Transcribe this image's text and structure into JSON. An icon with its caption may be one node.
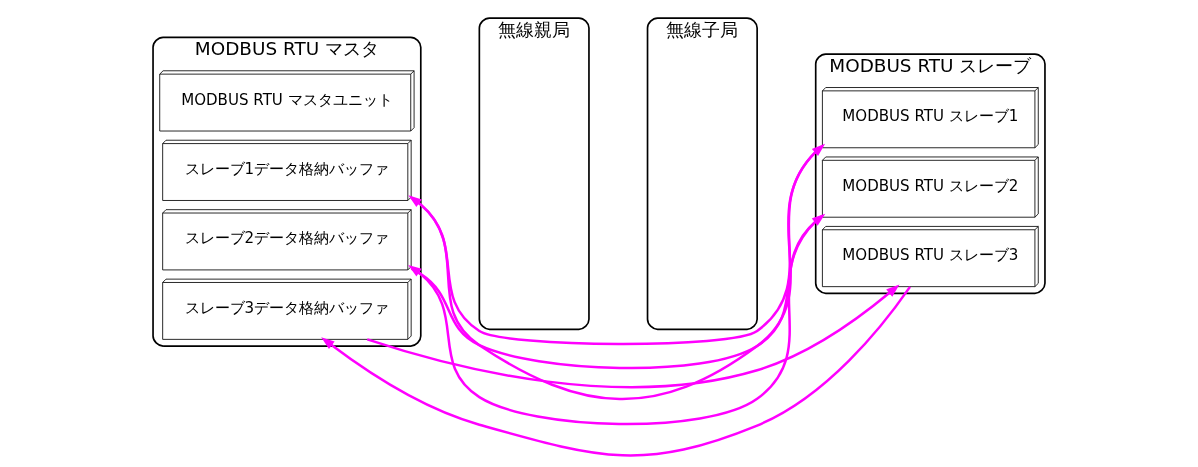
{
  "diagram": {
    "nodes": [
      {
        "text": [
          "MODBUS RTU マスタ"
        ]
      },
      {
        "text": [
          "MODBUS RTU マスタユニット"
        ],
        "in": 0
      },
      {
        "text": [
          "スレーブ1データ格納バッファ"
        ],
        "in": 0
      },
      {
        "text": [
          "スレーブ2データ格納バッファ"
        ],
        "in": 0
      },
      {
        "text": [
          "スレーブ3データ格納バッファ"
        ],
        "in": 0
      },
      {
        "text": [
          "無線親局"
        ]
      },
      {
        "text": [
          "無線子局"
        ]
      },
      {
        "text": [
          "MODBUS RTU スレーブ"
        ]
      },
      {
        "text": [
          "MODBUS RTU スレーブ1"
        ],
        "in": 7
      },
      {
        "text": [
          "MODBUS RTU スレーブ2"
        ],
        "in": 7
      },
      {
        "text": [
          "MODBUS RTU スレーブ3"
        ],
        "in": 7
      }
    ],
    "edges": [
      {
        "from": 2,
        "to": 8,
        "arrow": "to"
      },
      {
        "from": 8,
        "to": 2,
        "arrow": "to"
      },
      {
        "from": 3,
        "to": 9,
        "arrow": "to"
      },
      {
        "from": 9,
        "to": 3,
        "arrow": "to"
      },
      {
        "from": 4,
        "to": 10,
        "arrow": "to"
      },
      {
        "from": 10,
        "to": 4,
        "arrow": "to"
      }
    ]
  }
}
